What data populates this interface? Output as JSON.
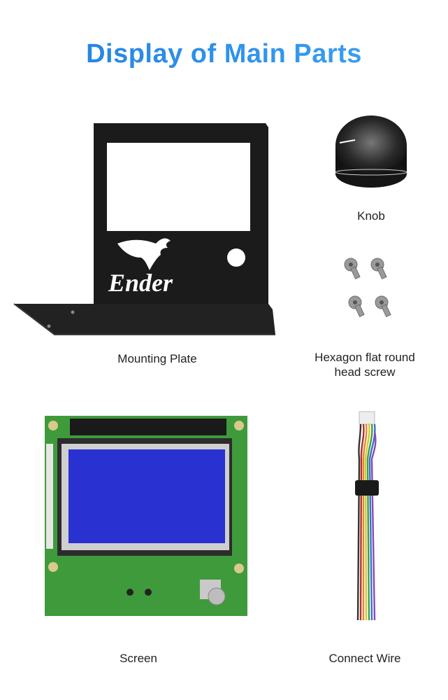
{
  "page": {
    "title": "Display of Main Parts",
    "accent_color": "#2a8ae6"
  },
  "parts": {
    "mounting_plate": {
      "label": "Mounting Plate",
      "brand": "Ender",
      "icon": "dragon-logo-icon"
    },
    "knob": {
      "label": "Knob"
    },
    "screw": {
      "label_line1": "Hexagon flat round",
      "label_line2": "head screw"
    },
    "screen": {
      "label": "Screen"
    },
    "wire": {
      "label": "Connect Wire"
    }
  }
}
